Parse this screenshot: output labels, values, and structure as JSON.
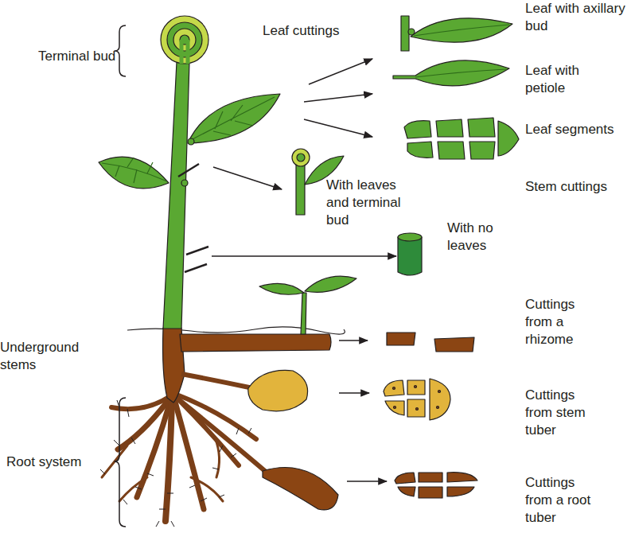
{
  "diagram": {
    "labels": [
      "Terminal bud",
      "Leaf cuttings",
      "Leaf with axillary bud",
      "Leaf with petiole",
      "Leaf segments",
      "Stem cuttings",
      "With leaves and terminal bud",
      "With no leaves",
      "Underground stems",
      "Cuttings from a rhizome",
      "Cuttings from stem tuber",
      "Cuttings from a root tuber",
      "Root system"
    ]
  }
}
